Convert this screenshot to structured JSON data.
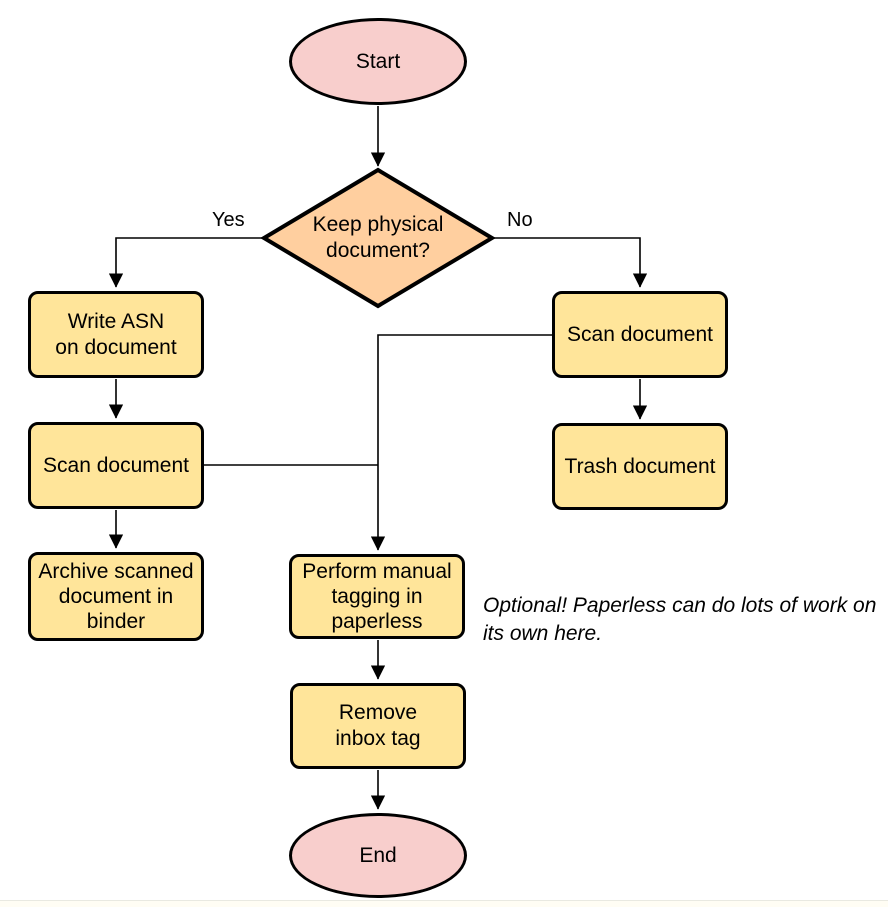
{
  "flowchart": {
    "nodes": {
      "start": {
        "label": "Start"
      },
      "decision": {
        "label": "Keep physical\ndocument?"
      },
      "write_asn": {
        "label": "Write ASN\non document"
      },
      "scan_left": {
        "label": "Scan document"
      },
      "archive": {
        "label": "Archive scanned\ndocument in\nbinder"
      },
      "scan_right": {
        "label": "Scan document"
      },
      "trash": {
        "label": "Trash document"
      },
      "tagging": {
        "label": "Perform manual\ntagging in\npaperless"
      },
      "remove_inbox": {
        "label": "Remove\ninbox tag"
      },
      "end": {
        "label": "End"
      }
    },
    "edge_labels": {
      "yes": "Yes",
      "no": "No"
    },
    "annotation": "Optional! Paperless can do lots of work on\nits own here.",
    "colors": {
      "terminal_fill": "#f8cecc",
      "decision_fill": "#ffcf9f",
      "process_fill": "#ffe59a",
      "stroke": "#000000"
    }
  }
}
